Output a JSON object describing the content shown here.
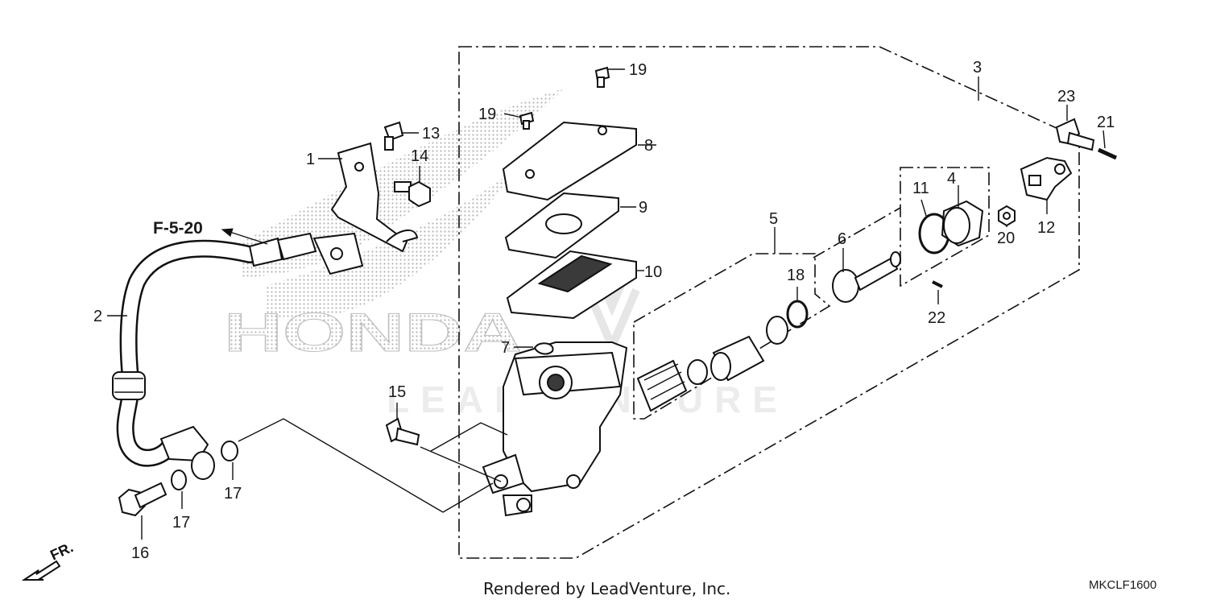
{
  "callouts": {
    "c1": "1",
    "c2": "2",
    "c3": "3",
    "c4": "4",
    "c5": "5",
    "c6": "6",
    "c7": "7",
    "c8": "8",
    "c9": "9",
    "c10": "10",
    "c11": "11",
    "c12": "12",
    "c13": "13",
    "c14": "14",
    "c15": "15",
    "c16": "16",
    "c17a": "17",
    "c17b": "17",
    "c18": "18",
    "c19a": "19",
    "c19b": "19",
    "c20": "20",
    "c21": "21",
    "c22": "22",
    "c23": "23"
  },
  "reference": "F-5-20",
  "front_marker": "FR.",
  "credit": "Rendered by LeadVenture, Inc.",
  "diagram_code": "MKCLF1600",
  "watermarks": {
    "brand": "HONDA",
    "vendor": "LEADVENTURE"
  },
  "colors": {
    "ink": "#111111",
    "watermark": "#bdbdbd",
    "background": "#ffffff"
  }
}
